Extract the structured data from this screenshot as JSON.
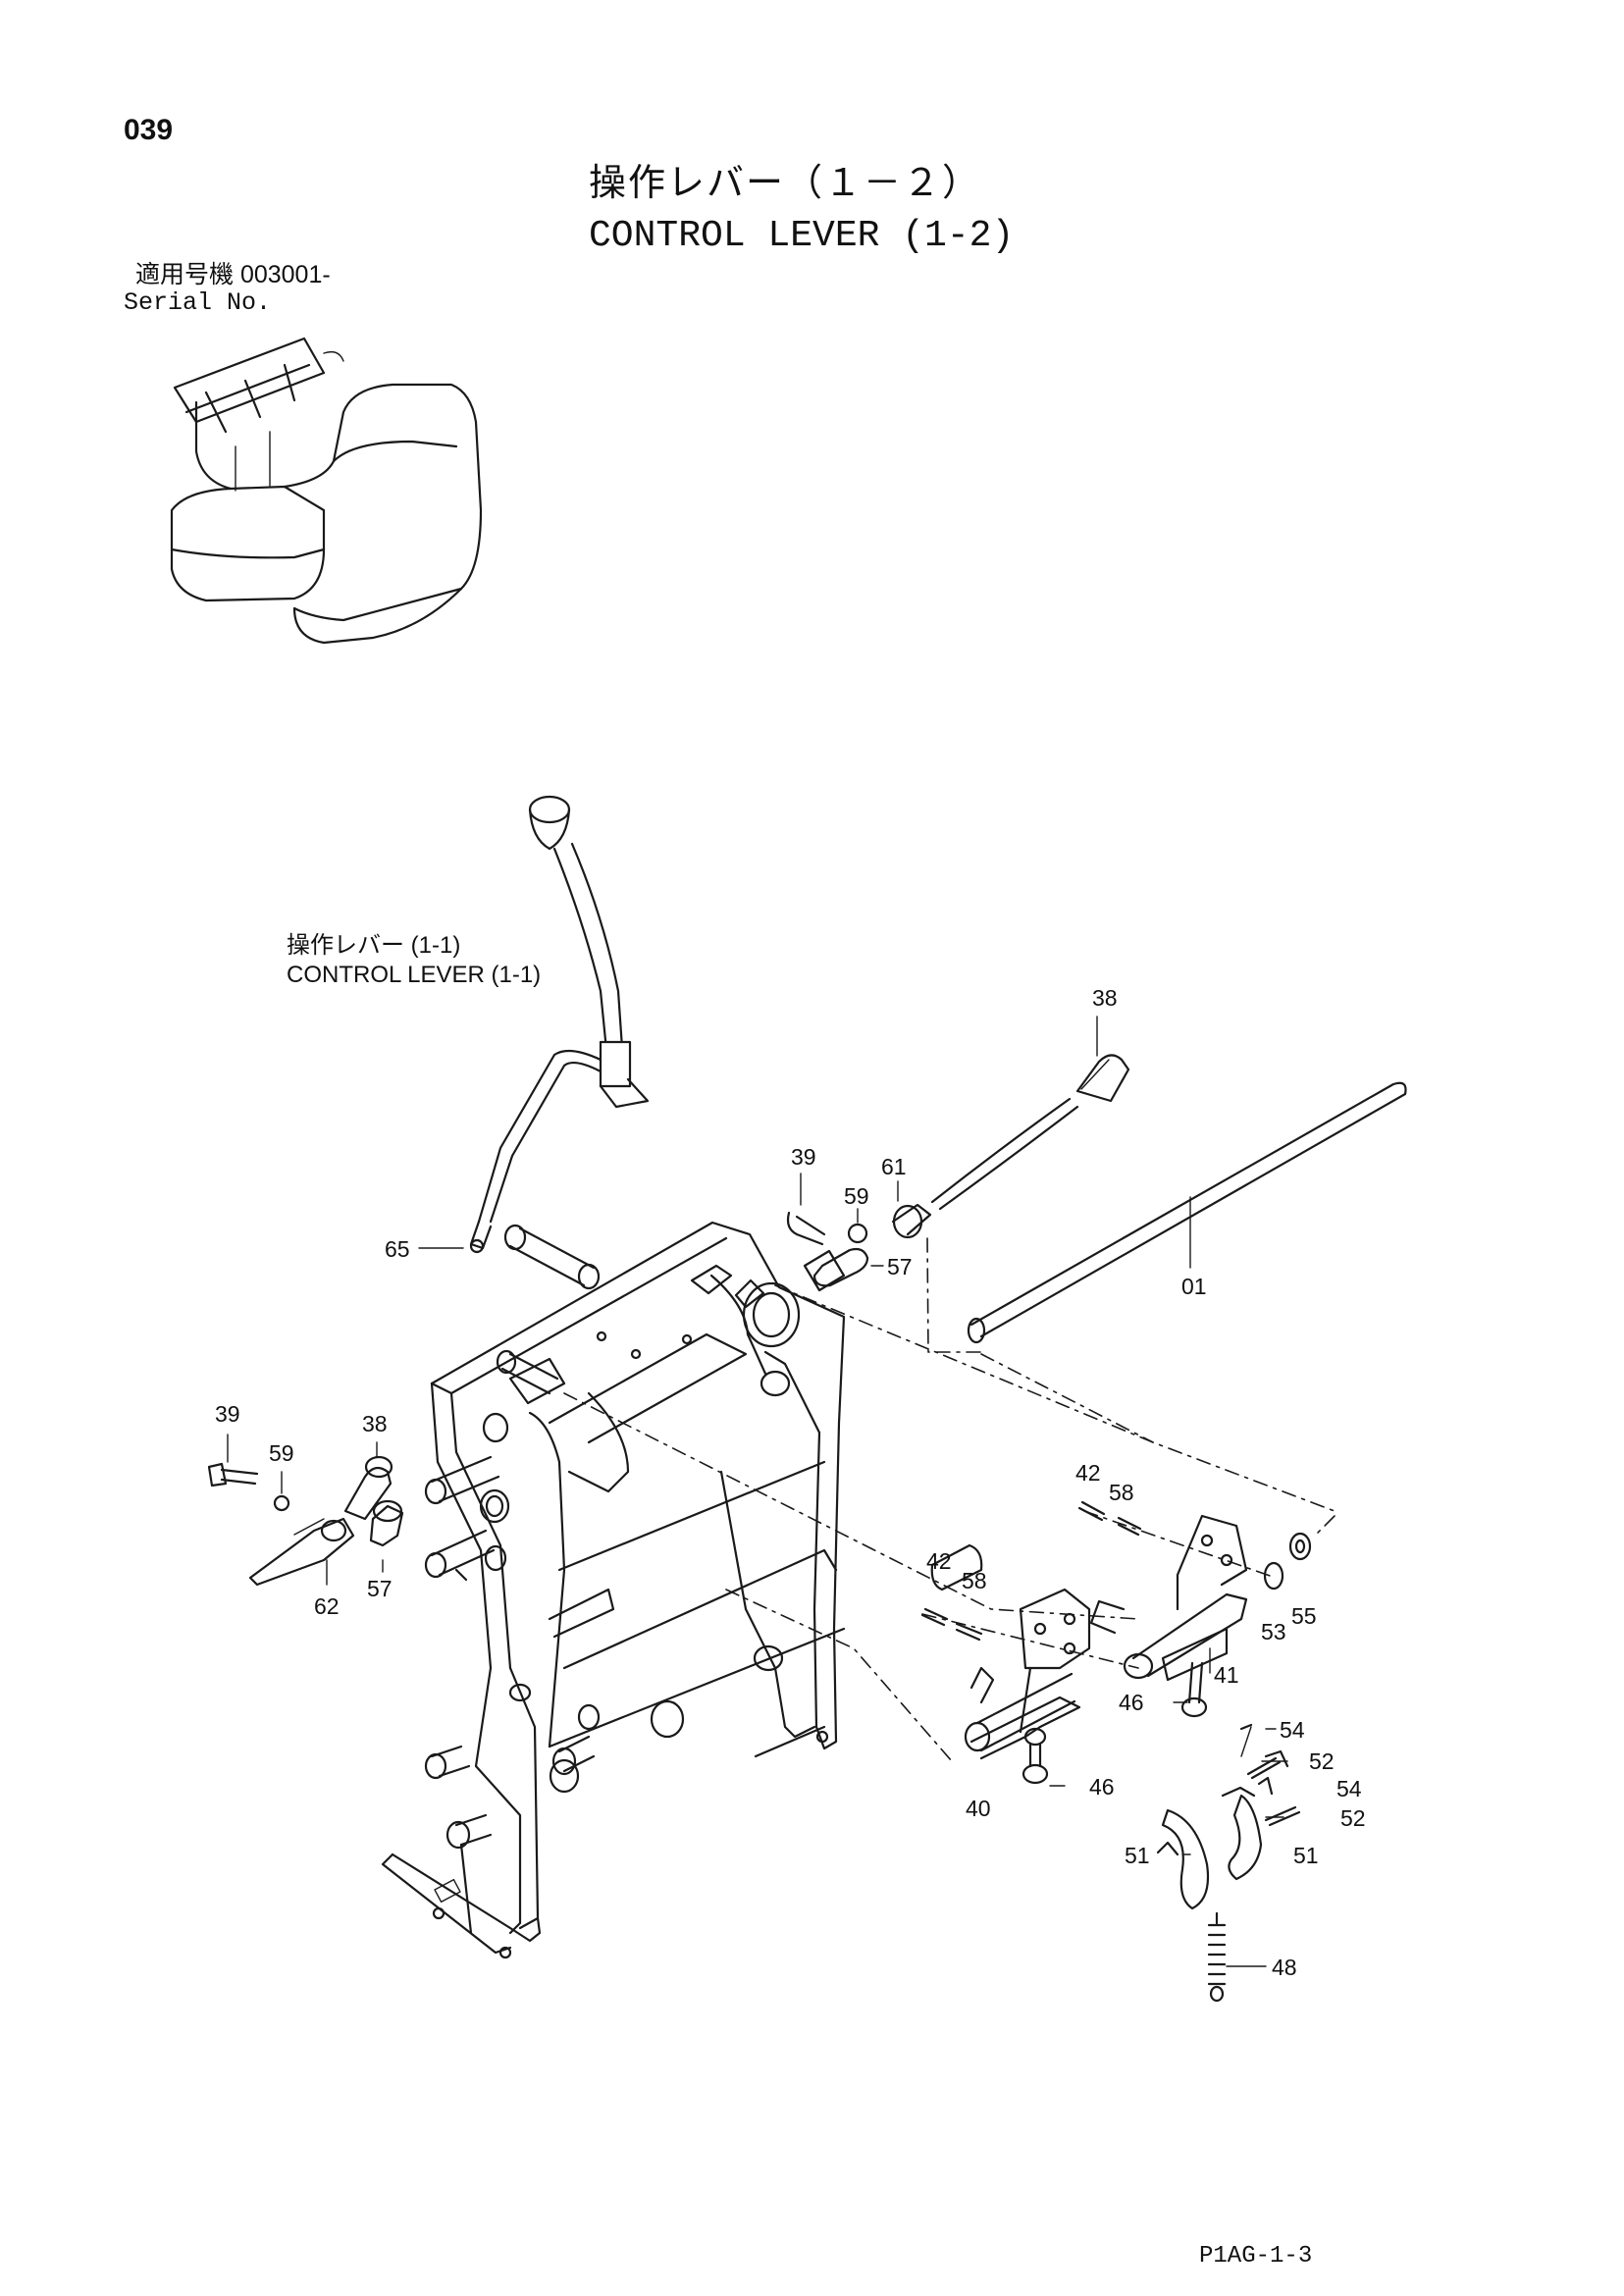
{
  "page_number": "039",
  "title": {
    "ja": "操作レバー（１－２）",
    "en": "CONTROL LEVER (1-2)"
  },
  "serial": {
    "line1": "適用号機  003001-",
    "line2": "Serial No."
  },
  "reference_label": {
    "ja": "操作レバー (1-1)",
    "en": "CONTROL LEVER (1-1)"
  },
  "callouts": [
    "38",
    "39",
    "59",
    "61",
    "57",
    "01",
    "65",
    "39",
    "59",
    "38",
    "57",
    "62",
    "42",
    "58",
    "42",
    "58",
    "53",
    "55",
    "41",
    "46",
    "40",
    "46",
    "54",
    "52",
    "54",
    "52",
    "51",
    "51",
    "48"
  ],
  "footer_code": "P1AG-1-3"
}
